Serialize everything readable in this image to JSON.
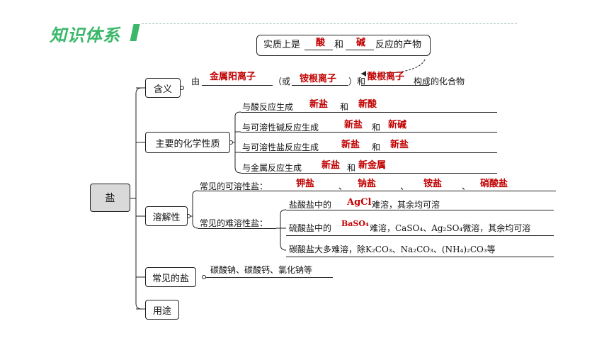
{
  "title": "知识体系",
  "top_note": {
    "prefix": "实质上是",
    "a1": "酸",
    "mid": "和",
    "a2": "碱",
    "suffix": "反应的产物"
  },
  "root": "盐",
  "branches": {
    "meaning": {
      "label": "含义",
      "prefix": "由",
      "a1": "金属阳离子",
      "mid1": "（或",
      "a2": "铵根离子",
      "mid2": "）和",
      "a3": "酸根离子",
      "suffix": "构成的化合物"
    },
    "chem": {
      "label": "主要的化学性质",
      "items": [
        {
          "text": "与酸反应生成",
          "a1": "新盐",
          "and": "和",
          "a2": "新酸"
        },
        {
          "text": "与可溶性碱反应生成",
          "a1": "新盐",
          "and": "和",
          "a2": "新碱"
        },
        {
          "text": "与可溶性盐反应生成",
          "a1": "新盐",
          "and": "和",
          "a2": "新盐"
        },
        {
          "text": "与金属反应生成",
          "a1": "新盐",
          "and": "和",
          "a2": "新金属"
        }
      ]
    },
    "solubility": {
      "label": "溶解性",
      "soluble_label": "常见的可溶性盐：",
      "soluble": [
        "钾盐",
        "钠盐",
        "铵盐",
        "硝酸盐"
      ],
      "sep": "、",
      "insoluble_label": "常见的难溶性盐：",
      "insoluble": [
        {
          "pre": "盐酸盐中的",
          "ans": "AgCl",
          "post": "难溶，其余均可溶"
        },
        {
          "pre": "硫酸盐中的",
          "ans": "BaSO₄",
          "post": "难溶，CaSO₄、Ag₂SO₄微溶，其余均可溶"
        },
        {
          "pre": "碳酸盐大多难溶，除K₂CO₃、Na₂CO₃、(NH₄)₂CO₃等",
          "ans": "",
          "post": ""
        }
      ]
    },
    "common": {
      "label": "常见的盐",
      "text": "碳酸钠、碳酸钙、氯化钠等"
    },
    "uses": {
      "label": "用途"
    }
  }
}
